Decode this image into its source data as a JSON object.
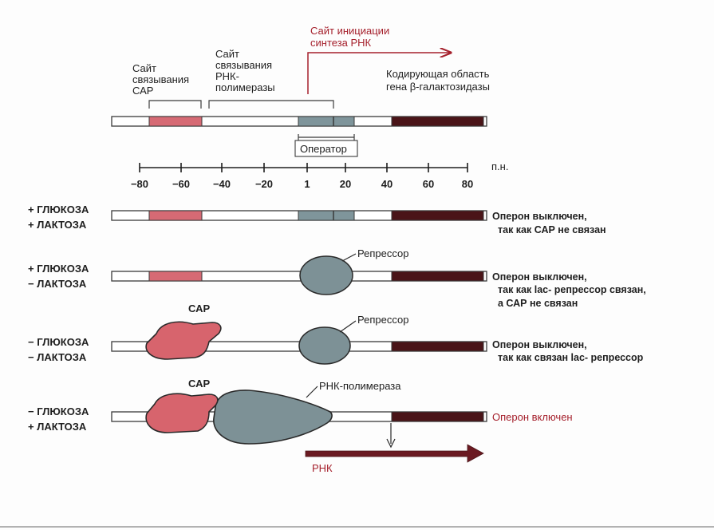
{
  "colors": {
    "dna_line": "#3a3a3a",
    "cap_site": "#d66a74",
    "operator": "#7f959b",
    "coding": "#4a1418",
    "protein_red": "#d7646d",
    "protein_grey": "#7d9196",
    "rna_arrow": "#6b1a22",
    "accent_red": "#a5202c"
  },
  "header": {
    "rna_start": {
      "line1": "Сайт инициации",
      "line2": "синтеза РНК"
    },
    "cap_site": {
      "line1": "Сайт",
      "line2": "связывания",
      "line3": "САР"
    },
    "polymerase_site": {
      "line1": "Сайт",
      "line2": "связывания",
      "line3": "РНК-",
      "line4": "полимеразы"
    },
    "coding": {
      "line1": "Кодирующая область",
      "line2": "гена β-галактозидазы"
    },
    "operator": "Оператор"
  },
  "scale": {
    "unit": "п.н.",
    "ticks": [
      "−80",
      "−60",
      "−40",
      "−20",
      "1",
      "20",
      "40",
      "60",
      "80"
    ]
  },
  "rows": [
    {
      "glucose": "+ ГЛЮКОЗА",
      "lactose": "+ ЛАКТОЗА",
      "status": [
        "Оперон выключен,",
        "так как САР не связан"
      ]
    },
    {
      "glucose": "+ ГЛЮКОЗА",
      "lactose": "− ЛАКТОЗА",
      "repressor": "Репрессор",
      "status": [
        "Оперон выключен,",
        "так как  lac- репрессор связан,",
        "а САР не связан"
      ]
    },
    {
      "glucose": "− ГЛЮКОЗА",
      "lactose": "− ЛАКТОЗА",
      "cap": "САР",
      "repressor": "Репрессор",
      "status": [
        "Оперон выключен,",
        "так как связан  lac- репрессор"
      ]
    },
    {
      "glucose": "− ГЛЮКОЗА",
      "lactose": "+ ЛАКТОЗА",
      "cap": "САР",
      "polymerase": "РНК-полимераза",
      "status": [
        "Оперон включен"
      ],
      "rna": "РНК"
    }
  ]
}
